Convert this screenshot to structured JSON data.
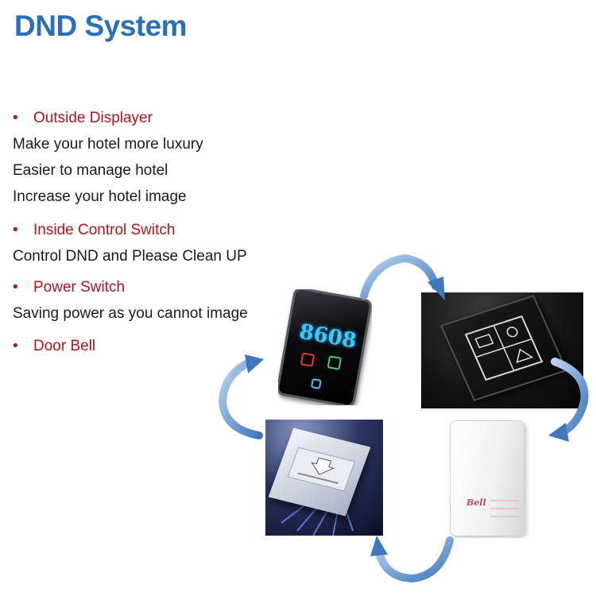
{
  "title": "DND System",
  "bullets": [
    {
      "heading": "Outside Displayer",
      "lines": [
        "Make your hotel more luxury",
        "Easier to manage hotel",
        "Increase your hotel image"
      ]
    },
    {
      "heading": "Inside Control Switch",
      "lines": [
        "Control DND and Please Clean UP"
      ]
    },
    {
      "heading": "Power Switch",
      "lines": [
        "Saving power as you cannot image"
      ]
    },
    {
      "heading": "Door Bell",
      "lines": []
    }
  ],
  "bullet_symbol": "•",
  "displayer": {
    "room_number": "8608"
  },
  "doorbell": {
    "brand": "Bell"
  },
  "colors": {
    "title": "#2a6fba",
    "heading": "#b5121b",
    "body": "#1a1a1a",
    "arrow": "#5b8fcb"
  }
}
